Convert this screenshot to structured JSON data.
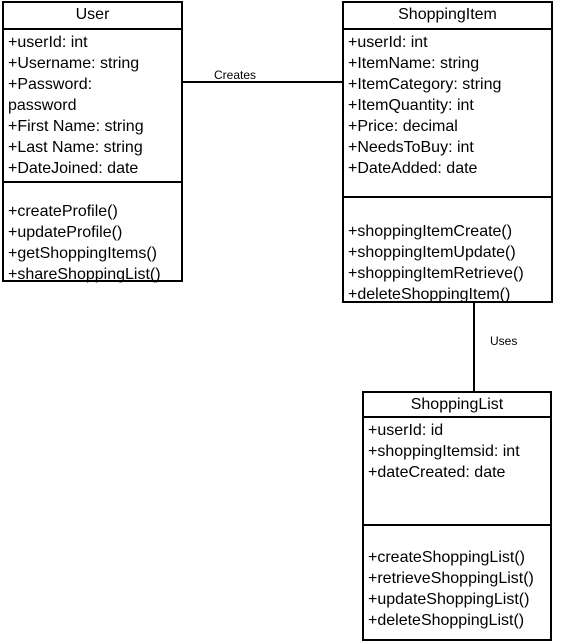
{
  "classes": {
    "user": {
      "name": "User",
      "attributes": [
        "+userId: int",
        "+Username: string",
        "+Password:",
        "password",
        "+First Name: string",
        "+Last Name: string",
        "+DateJoined: date"
      ],
      "methods": [
        "+createProfile()",
        "+updateProfile()",
        "+getShoppingItems()",
        "+shareShoppingList()"
      ]
    },
    "shopping_item": {
      "name": "ShoppingItem",
      "attributes": [
        "+userId: int",
        "+ItemName: string",
        "+ItemCategory: string",
        "+ItemQuantity: int",
        "+Price: decimal",
        "+NeedsToBuy: int",
        "+DateAdded: date"
      ],
      "methods": [
        "+shoppingItemCreate()",
        "+shoppingItemUpdate()",
        "+shoppingItemRetrieve()",
        "+deleteShoppingItem()"
      ]
    },
    "shopping_list": {
      "name": "ShoppingList",
      "attributes": [
        "+userId: id",
        "+shoppingItemsid: int",
        "+dateCreated: date"
      ],
      "methods": [
        "+createShoppingList()",
        "+retrieveShoppingList()",
        "+updateShoppingList()",
        "+deleteShoppingList()"
      ]
    }
  },
  "relations": {
    "creates": "Creates",
    "uses": "Uses"
  }
}
